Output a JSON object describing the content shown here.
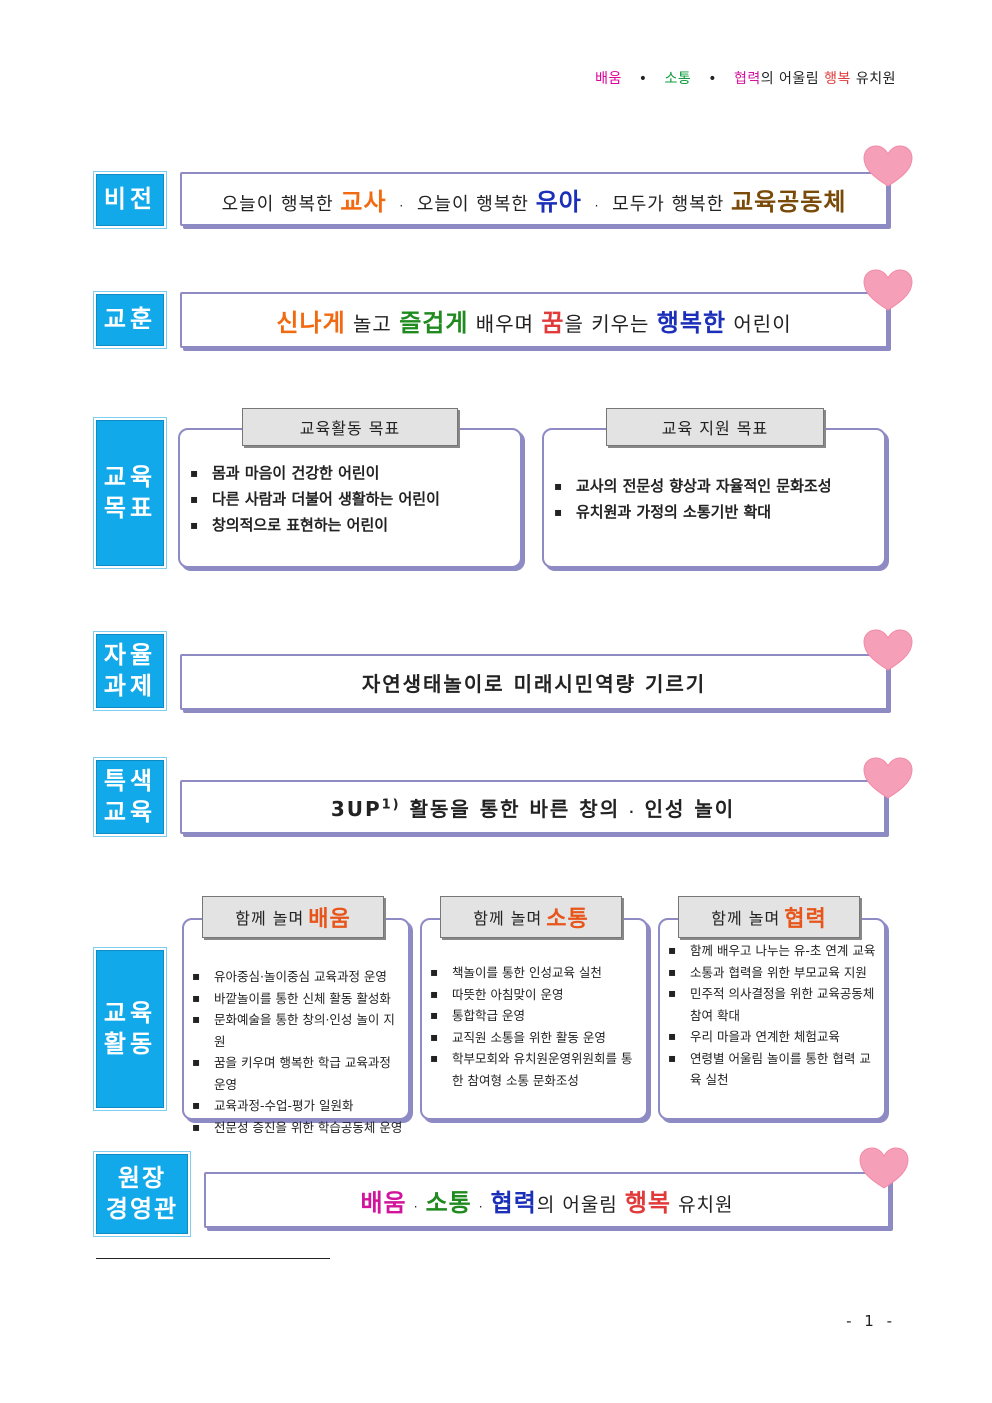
{
  "header": {
    "w1": "배움",
    "w2": "소통",
    "w3": "협력",
    "w3_suffix": "의 어울림",
    "w4": "행복",
    "w5": "유치원",
    "dot": "•"
  },
  "vision": {
    "label": "비전",
    "p1": "오늘이 행복한",
    "e1": "교사",
    "sep": "·",
    "p2": "오늘이 행복한",
    "e2": "유아",
    "p3": "모두가 행복한",
    "e3": "교육공동체"
  },
  "motto": {
    "label": "교훈",
    "e1": "신나게",
    "p1": "놀고",
    "e2": "즐겁게",
    "p2": "배우며",
    "e3": "꿈",
    "p3": "을 키우는",
    "e4": "행복한",
    "p4": "어린이"
  },
  "edu_goals": {
    "label_l1": "교육",
    "label_l2": "목표",
    "activity": {
      "title": "교육활동 목표",
      "items": [
        "몸과 마음이 건강한 어린이",
        "다른 사람과 더불어 생활하는 어린이",
        "창의적으로 표현하는 어린이"
      ]
    },
    "support": {
      "title": "교육 지원 목표",
      "items": [
        "교사의 전문성 향상과 자율적인 문화조성",
        "유치원과 가정의 소통기반 확대"
      ]
    }
  },
  "autonomous": {
    "label_l1": "자율",
    "label_l2": "과제",
    "text": "자연생태놀이로 미래시민역량 기르기"
  },
  "special": {
    "label_l1": "특색",
    "label_l2": "교육",
    "pre": "3UP",
    "sup": "1)",
    "text": "활동을 통한 바른 창의",
    "sep": "·",
    "text2": "인성 놀이"
  },
  "edu_activities": {
    "label_l1": "교육",
    "label_l2": "활동",
    "columns": [
      {
        "prefix": "함께 놀며",
        "emph": "배움",
        "items": [
          "유아중심·놀이중심 교육과정 운영",
          "바깥놀이를 통한 신체 활동 활성화",
          "문화예술을 통한 창의·인성 놀이 지원",
          "꿈을 키우며 행복한 학급 교육과정 운영",
          "교육과정-수업-평가 일원화",
          "전문성 증진을 위한 학습공동체 운영"
        ]
      },
      {
        "prefix": "함께 놀며",
        "emph": "소통",
        "items": [
          "책놀이를 통한 인성교육 실천",
          "따뜻한 아침맞이 운영",
          "통합학급 운영",
          "교직원 소통을 위한 활동 운영",
          "학부모회와 유치원운영위원회를 통한 참여형 소통 문화조성"
        ]
      },
      {
        "prefix": "함께 놀며",
        "emph": "협력",
        "items": [
          "함께 배우고 나누는 유-초 연계 교육",
          "소통과 협력을 위한 부모교육 지원",
          "민주적 의사결정을 위한 교육공동체 참여 확대",
          "우리 마을과 연계한 체험교육",
          "연령별 어울림 놀이를 통한 협력 교육 실천"
        ]
      }
    ]
  },
  "director": {
    "label_l1": "원장",
    "label_l2": "경영관",
    "w1": "배움",
    "sep": "·",
    "w2": "소통",
    "w3": "협력",
    "w3_suffix": "의 어울림",
    "w4": "행복",
    "w5": "유치원"
  },
  "page_number": "- 1 -",
  "colors": {
    "label_bg": "#12a9ea",
    "box_border": "#8e8ac4",
    "heart": "#f5a0b8"
  }
}
